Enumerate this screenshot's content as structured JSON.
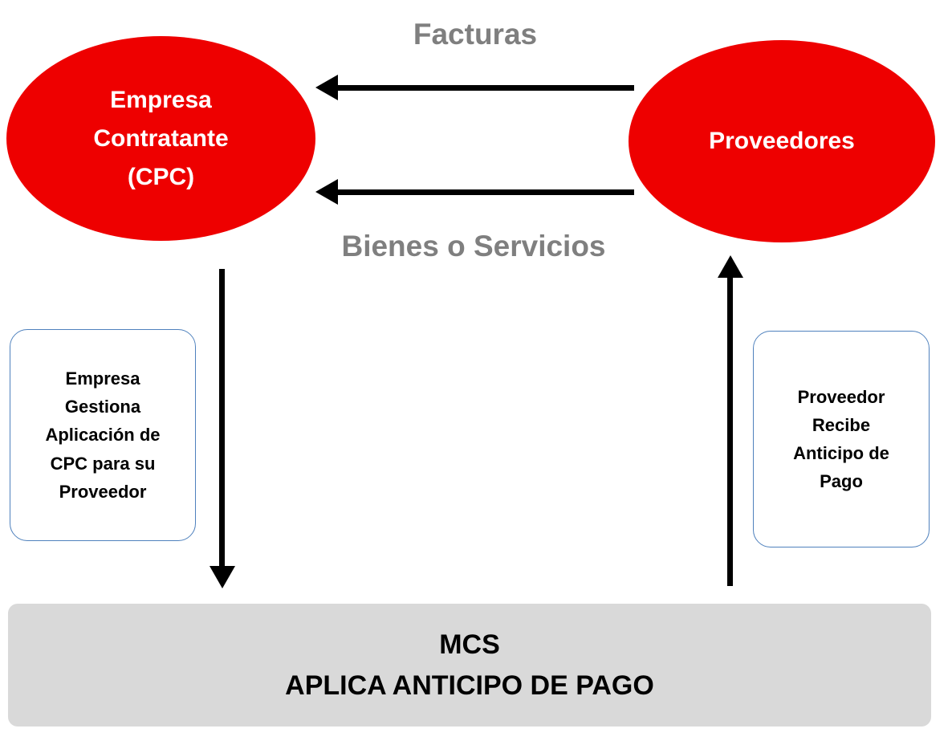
{
  "nodes": {
    "empresa_contratante": {
      "label": "Empresa\nContratante\n(CPC)"
    },
    "proveedores": {
      "label": "Proveedores"
    }
  },
  "flows": {
    "facturas": {
      "label": "Facturas",
      "direction": "proveedores-to-empresa"
    },
    "bienes_servicios": {
      "label": "Bienes o Servicios",
      "direction": "proveedores-to-empresa"
    },
    "empresa_to_mcs": {
      "direction": "down"
    },
    "mcs_to_proveedor": {
      "direction": "up"
    }
  },
  "side_boxes": {
    "left": {
      "text": "Empresa\nGestiona\nAplicación de\nCPC para su\nProveedor"
    },
    "right": {
      "text": "Proveedor\nRecibe\nAnticipo de\nPago"
    }
  },
  "mcs_box": {
    "line1": "MCS",
    "line2": "APLICA ANTICIPO DE PAGO"
  },
  "colors": {
    "ellipse_red": "#ee0000",
    "label_gray": "#7f7f7f",
    "box_border_blue": "#4f81bd",
    "mcs_gray": "#d9d9d9",
    "arrow_black": "#000000"
  }
}
